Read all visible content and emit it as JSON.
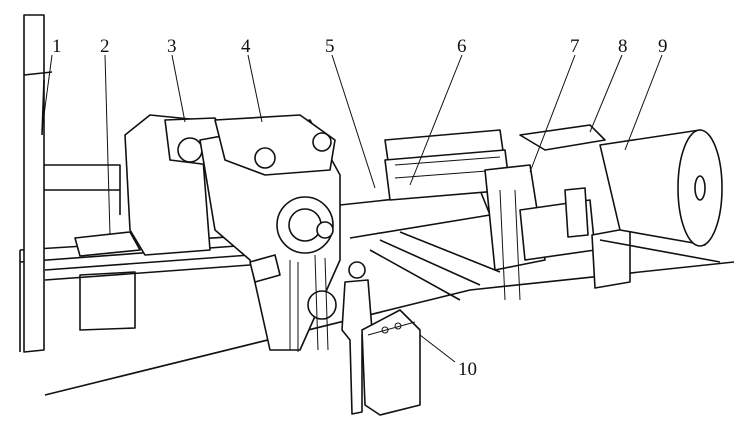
{
  "diagram": {
    "type": "equipment line drawing",
    "callouts": [
      {
        "number": "1"
      },
      {
        "number": "2"
      },
      {
        "number": "3"
      },
      {
        "number": "4"
      },
      {
        "number": "5"
      },
      {
        "number": "6"
      },
      {
        "number": "7"
      },
      {
        "number": "8"
      },
      {
        "number": "9"
      },
      {
        "number": "10"
      }
    ]
  }
}
